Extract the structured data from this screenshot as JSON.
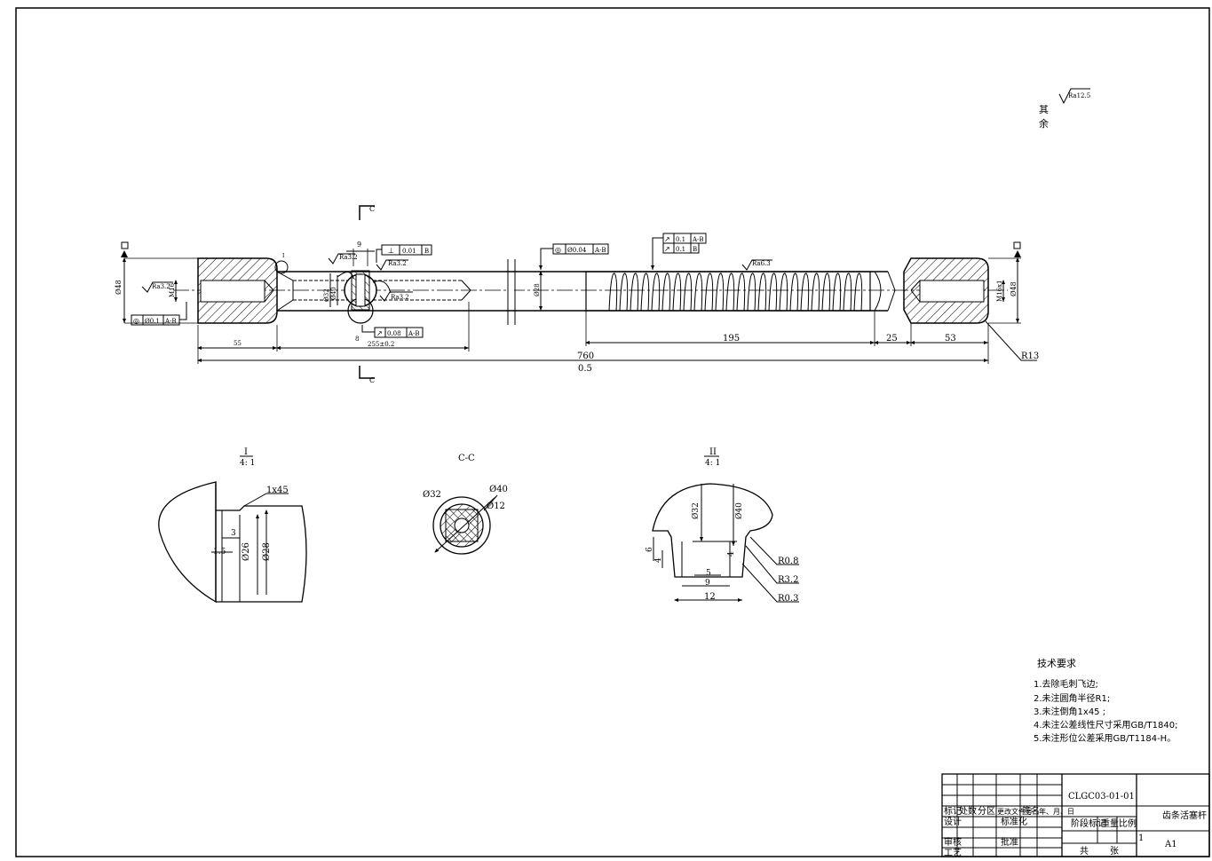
{
  "surface_note": {
    "qiyu": "其余",
    "ra": "Ra12.5"
  },
  "section_marks": {
    "top": "C",
    "bottom": "C"
  },
  "datum": {
    "a": "B",
    "b": "B"
  },
  "main_view": {
    "dims": {
      "d9": "9",
      "d55": "55",
      "d255": "255±0.2",
      "d8": "8",
      "d195": "195",
      "d25": "25",
      "d53": "53",
      "total_a": "760",
      "total_b": "0.5",
      "dia48_left": "Ø48",
      "dia48_right": "Ø48",
      "m16_left": "M16",
      "m16_right": "M16x1",
      "dia28": "Ø28",
      "dia32a": "Ø32",
      "dia32b": "Ø40",
      "dia12": "8",
      "r13": "R13",
      "detail_i": "I"
    },
    "roughness": {
      "r1": "Ra3.2",
      "r2": "Ra3.2",
      "r3": "Ra3.2",
      "r4": "Ra3.2",
      "r5": "Ra6.3"
    },
    "tolerances": {
      "t1": {
        "sym": "⊥",
        "val": "0.01",
        "ref": "B"
      },
      "t2": {
        "sym": "◎",
        "val": "Ø0.04",
        "ref": "A-B"
      },
      "t3": {
        "sym": "↗",
        "val": "0.1",
        "ref": "A-B"
      },
      "t4": {
        "sym": "↗",
        "val": "0.1",
        "ref": "B"
      },
      "t5": {
        "sym": "◎",
        "val": "Ø0.1",
        "ref": "A-B"
      },
      "t6": {
        "sym": "↗",
        "val": "0.08",
        "ref": "A-B"
      }
    }
  },
  "detail_i": {
    "title": "I",
    "scale": "4: 1",
    "dims": {
      "chamfer": "1x45",
      "d3": "3",
      "d15": "1.5",
      "dia26": "Ø26",
      "dia28": "Ø28"
    }
  },
  "section_cc": {
    "title": "C-C",
    "dims": {
      "dia32": "Ø32",
      "dia40": "Ø40",
      "dia12": "Ø12"
    }
  },
  "detail_ii": {
    "title": "II",
    "scale": "4: 1",
    "dims": {
      "dia32": "Ø32",
      "dia40": "Ø40",
      "d6": "6",
      "d4a": "4",
      "d4b": "4",
      "d5": "5",
      "d9": "9",
      "d12": "12",
      "r08": "R0.8",
      "r32": "R3.2",
      "r03": "R0.3"
    }
  },
  "tech_req": {
    "title": "技术要求",
    "items": [
      "1.去除毛刺飞边;",
      "2.未注圆角半径R1;",
      "3.未注倒角1x45 ;",
      "4.未注公差线性尺寸采用GB/T1840;",
      "5.未注形位公差采用GB/T1184-H。"
    ]
  },
  "title_block": {
    "drawing_no": "CLGC03-01-01",
    "part_name": "齿条活塞杆",
    "h_biaoji": "标记",
    "h_chushu": "处数",
    "h_fenqu": "分区",
    "h_gengwen": "更改文件号",
    "h_qianming": "签名",
    "h_nyr": "年、月、日",
    "r_sheji": "设计",
    "r_biaozhun": "标准化",
    "r_shenhe": "审核",
    "r_gongyi": "工艺",
    "r_pizhun": "批准",
    "jieduan": "阶段标记",
    "zhongliang": "重量",
    "bili": "比例",
    "bili_val": "1",
    "gong": "共",
    "zhang": "张",
    "size": "A1"
  },
  "colors": {
    "ink": "#000000",
    "paper": "#ffffff"
  }
}
